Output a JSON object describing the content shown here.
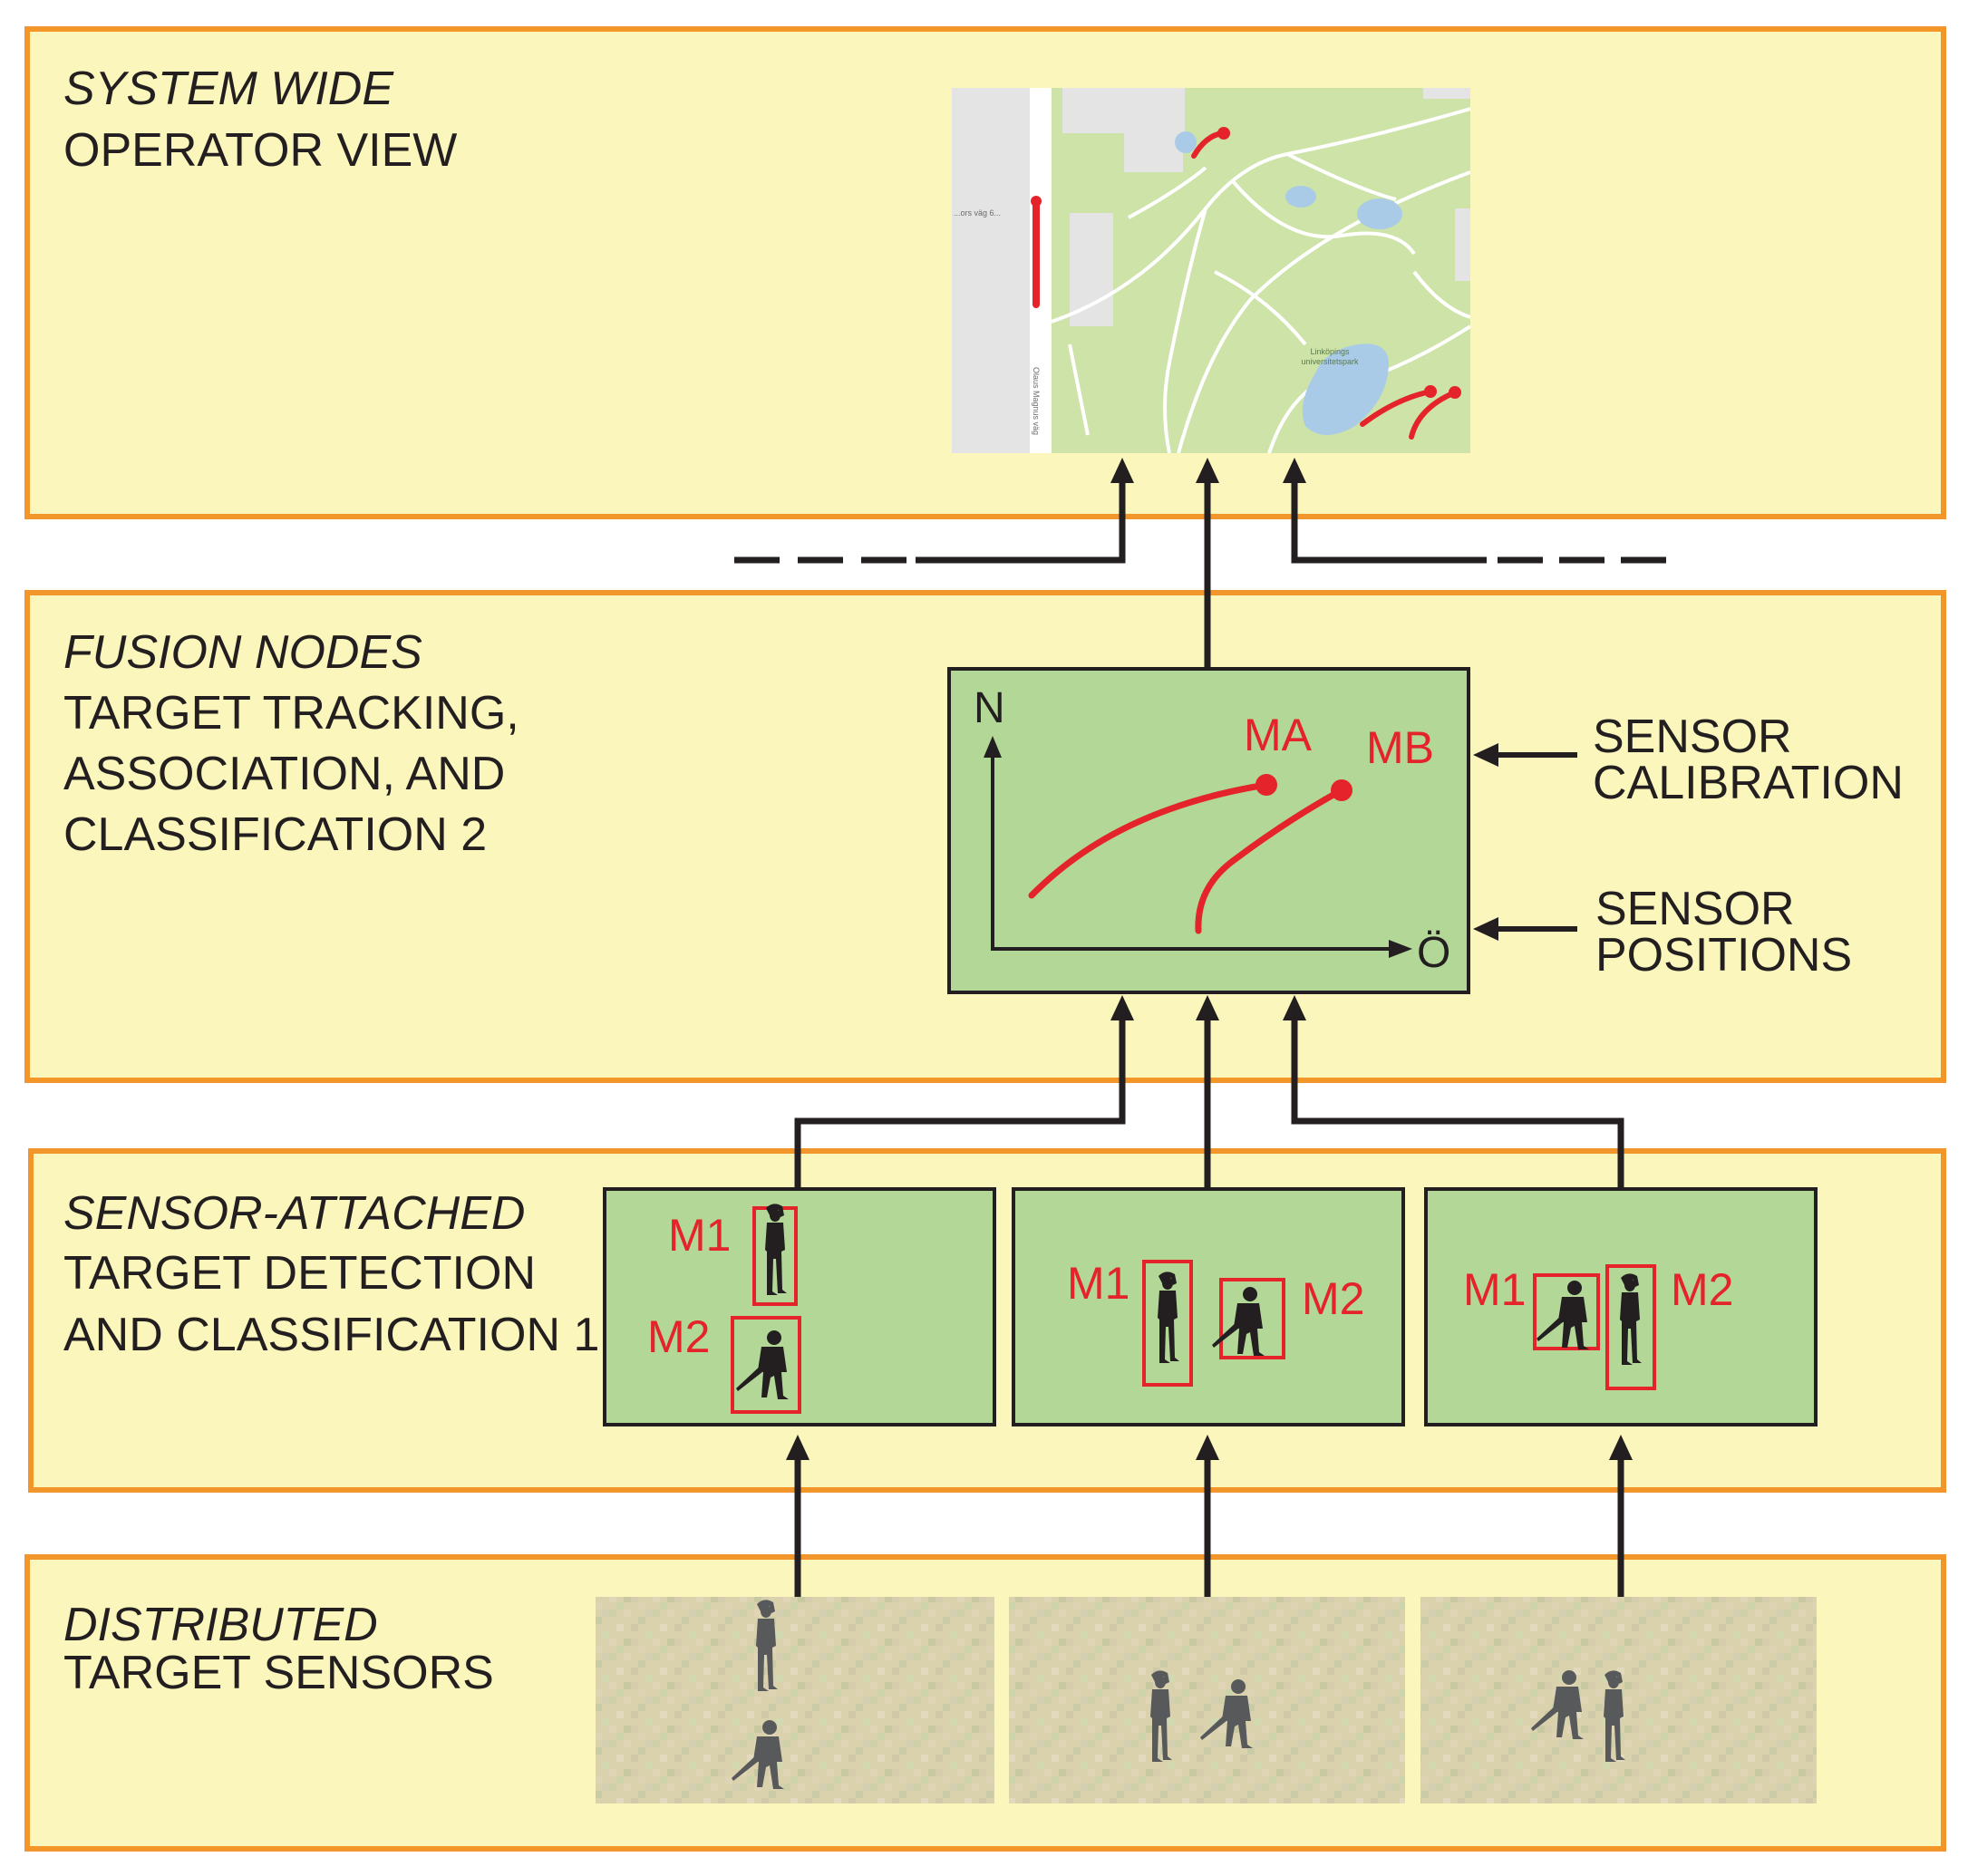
{
  "colors": {
    "layer_fill": "#fbf6bc",
    "layer_border": "#f2962b",
    "node_fill": "#b2d797",
    "red": "#e4232b",
    "ink": "#231f20",
    "map_green": "#cde3a8",
    "map_water": "#a9cbe8",
    "map_building": "#e4e4e4",
    "sensor_bg": "#d9d2ad",
    "silhouette": "#58595b"
  },
  "layers": {
    "system": {
      "title_italic": "SYSTEM WIDE",
      "lines": [
        "OPERATOR VIEW"
      ]
    },
    "fusion": {
      "title_italic": "FUSION NODES",
      "lines": [
        "TARGET TRACKING,",
        "ASSOCIATION, AND",
        "CLASSIFICATION 2"
      ]
    },
    "sensor_attached": {
      "title_italic": "SENSOR-ATTACHED",
      "lines": [
        "TARGET DETECTION",
        "AND CLASSIFICATION 1"
      ]
    },
    "distributed": {
      "title_italic": "DISTRIBUTED",
      "lines": [
        "TARGET SENSORS"
      ]
    }
  },
  "map": {
    "street_label": "...ors väg 6...",
    "street_label_vertical": "Olaus Magnus väg",
    "park_label": [
      "Linköpings",
      "universitetspark"
    ]
  },
  "fusion_node": {
    "axis_n": "N",
    "axis_e": "Ö",
    "track_a": "MA",
    "track_b": "MB"
  },
  "inputs": {
    "calibration": [
      "SENSOR",
      "CALIBRATION"
    ],
    "positions": [
      "SENSOR",
      "POSITIONS"
    ]
  },
  "detections": [
    {
      "a": "M1",
      "b": "M2"
    },
    {
      "a": "M1",
      "b": "M2"
    },
    {
      "a": "M1",
      "b": "M2"
    }
  ],
  "icons": [
    "arrow-up-icon",
    "arrow-left-icon",
    "soldier-standing-icon",
    "soldier-rifle-icon",
    "track-endpoint-icon"
  ]
}
